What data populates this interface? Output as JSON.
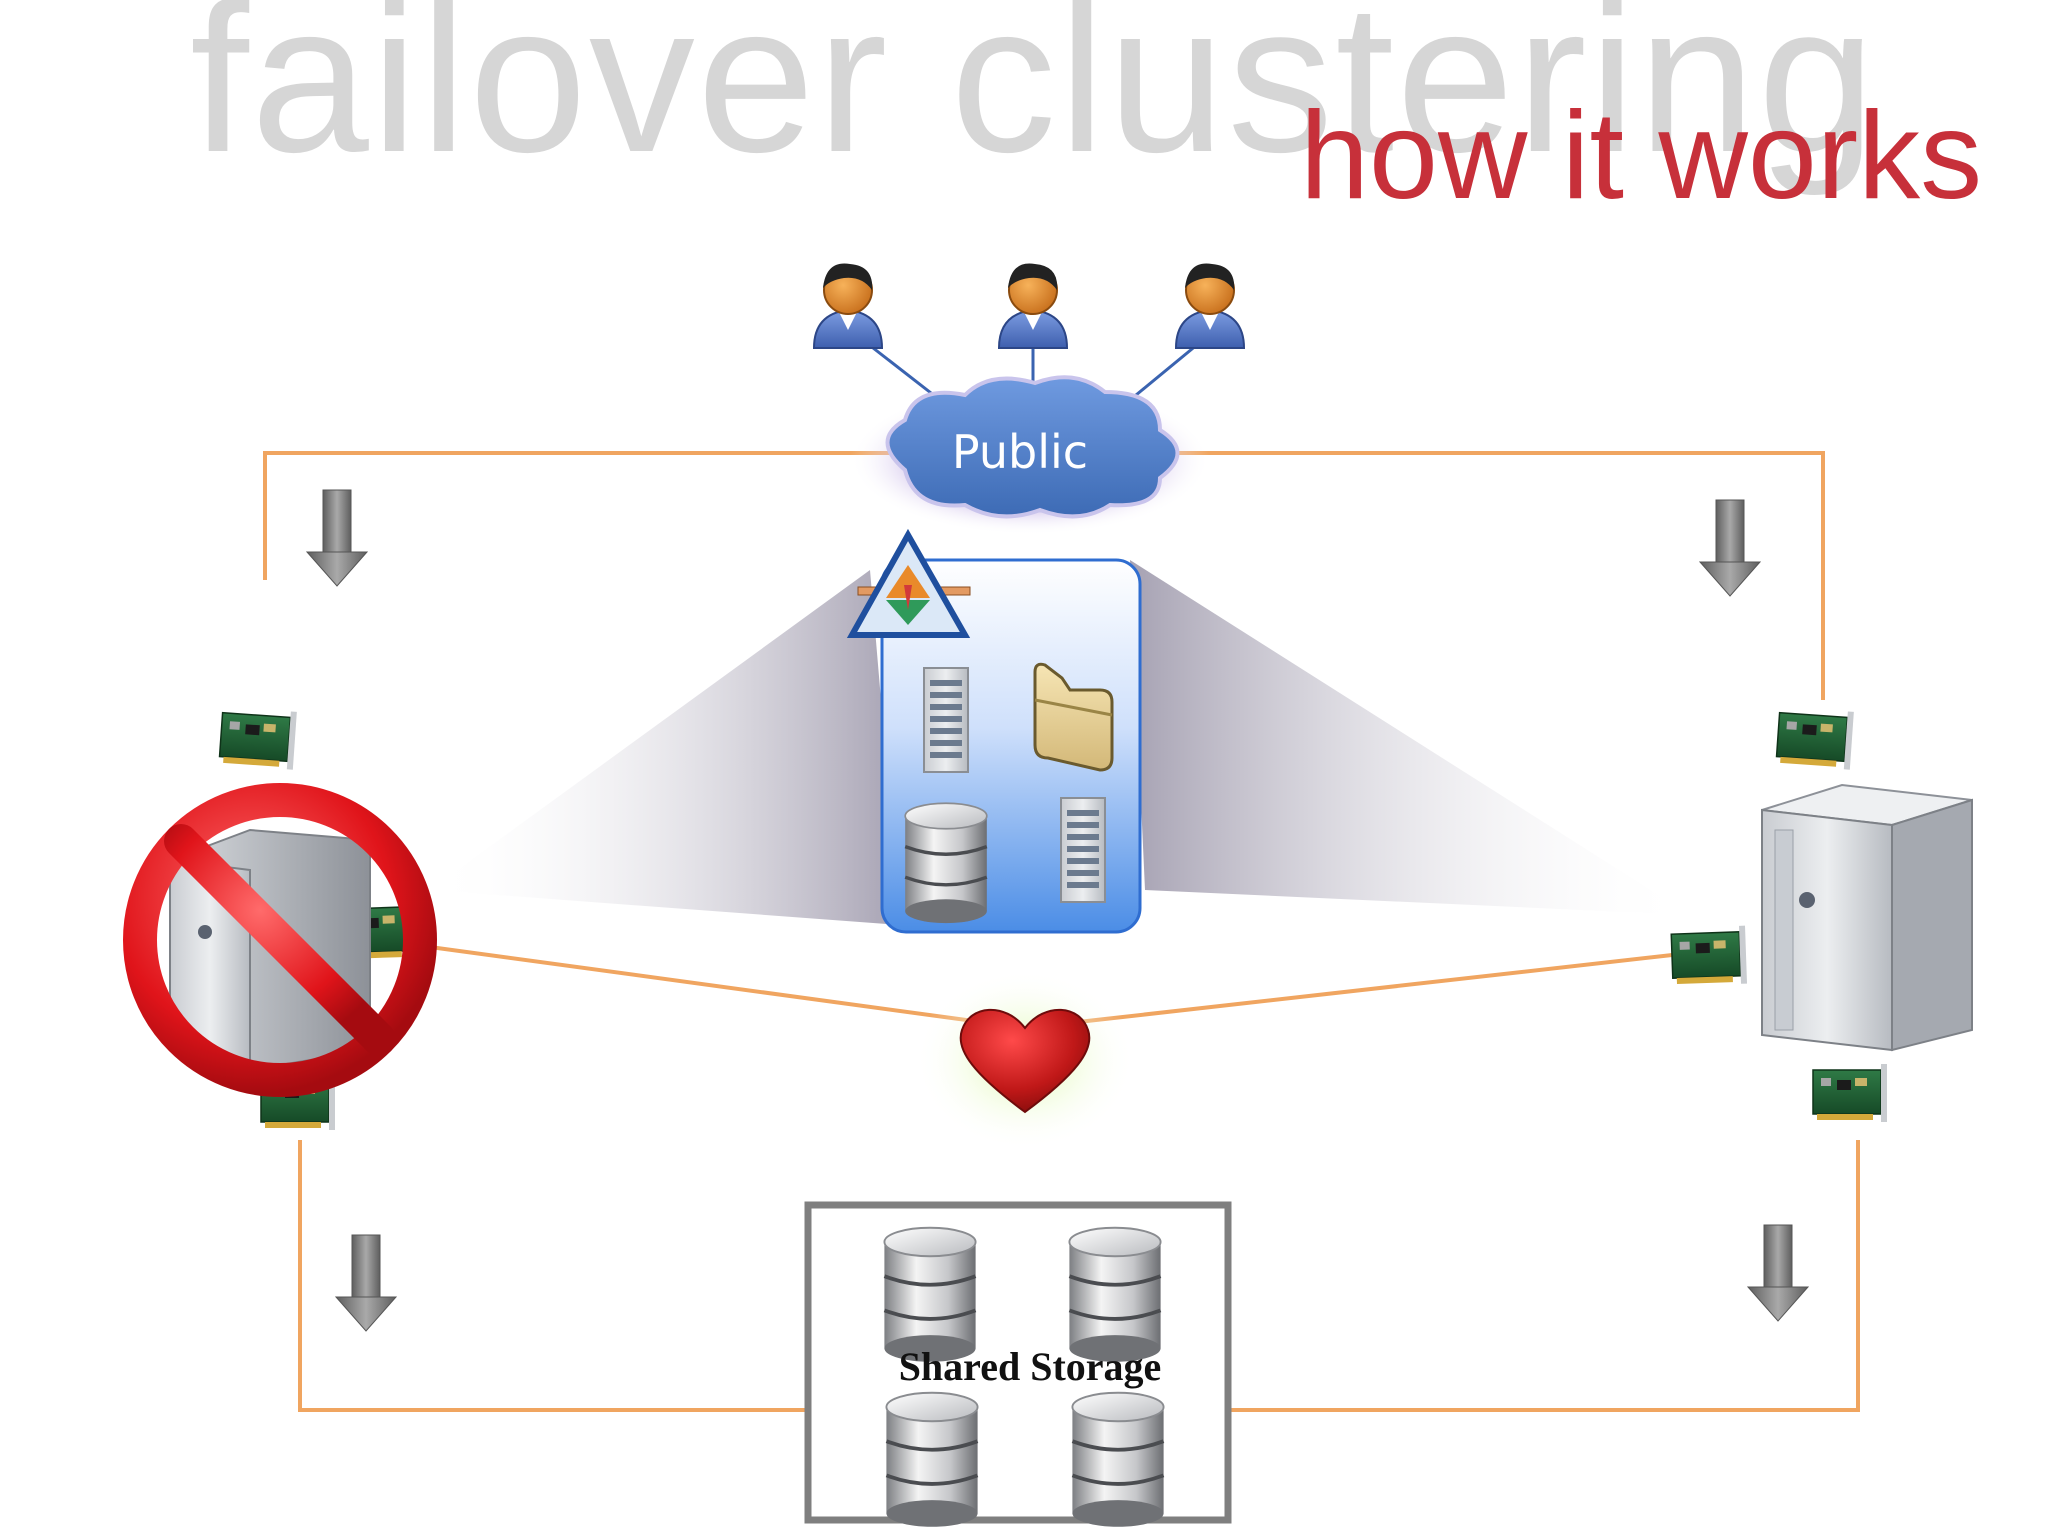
{
  "slide": {
    "title": "failover clustering",
    "subtitle": "how it works"
  },
  "network": {
    "public_label": "Public"
  },
  "storage": {
    "label": "Shared Storage"
  },
  "colors": {
    "title_gray": "#d6d6d6",
    "subtitle_red": "#c7303a",
    "link_orange": "#f0a560",
    "cloud_blue": "#4f7fc7",
    "heart_red": "#c01818",
    "prohibit_red": "#e0141a",
    "arrow_gray": "#7a7a7a",
    "storage_border": "#7f7f7f"
  },
  "icons": [
    "user-icon",
    "cloud-icon",
    "cluster-role-icon",
    "server-icon",
    "folder-icon",
    "database-icon",
    "network-card-icon",
    "prohibited-icon",
    "heartbeat-heart-icon",
    "down-arrow-icon"
  ]
}
